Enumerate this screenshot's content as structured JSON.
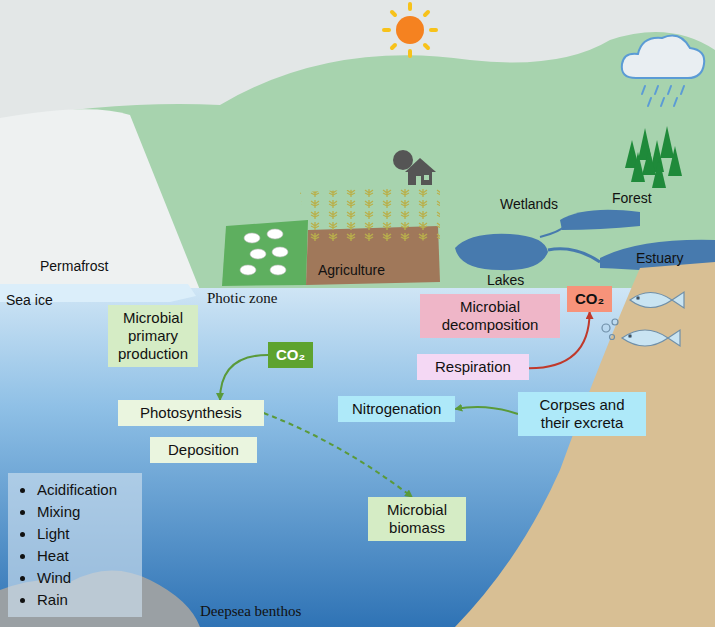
{
  "diagram": {
    "nodes": [
      {
        "text": [
          "Microbial primary production"
        ]
      },
      {
        "text": [
          "CO₂"
        ]
      },
      {
        "text": [
          "Photosynthesis"
        ]
      },
      {
        "text": [
          "Deposition"
        ]
      },
      {
        "text": [
          "Microbial biomass"
        ]
      },
      {
        "text": [
          "Microbial decomposition"
        ]
      },
      {
        "text": [
          "Respiration"
        ]
      },
      {
        "text": [
          "CO₂"
        ]
      },
      {
        "text": [
          "Nitrogenation"
        ]
      },
      {
        "text": [
          "Corpses and their excreta"
        ]
      },
      {
        "text": [
          "Acidification",
          "Mixing",
          "Light",
          "Heat",
          "Wind",
          "Rain"
        ]
      }
    ],
    "edges": [
      {
        "from": 1,
        "to": 2,
        "arrow": "to"
      },
      {
        "from": 2,
        "to": 4,
        "arrow": "to"
      },
      {
        "from": 6,
        "to": 7,
        "arrow": "to"
      },
      {
        "from": 9,
        "to": 8,
        "arrow": "to"
      }
    ],
    "labels": [
      "Permafrost",
      "Sea ice",
      "Agriculture",
      "Wetlands",
      "Forest",
      "Lakes",
      "Estuary",
      "Photic zone",
      "Deepsea benthos"
    ]
  }
}
